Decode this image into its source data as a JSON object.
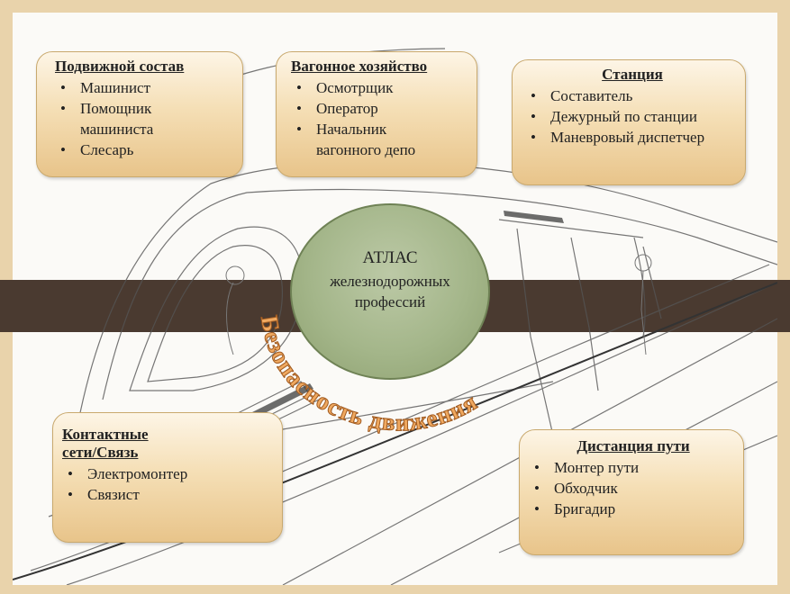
{
  "colors": {
    "box_fill_top": "#fdf5e6",
    "box_fill_bottom": "#e8c48a",
    "circle_fill": "#a4b68a",
    "arc_text": "#e9a05b",
    "band": "#4a3a30"
  },
  "boxes": {
    "rolling_stock": {
      "title": "Подвижной состав",
      "items": [
        "Машинист",
        "Помощник машиниста",
        "Слесарь"
      ]
    },
    "car_facility": {
      "title": "Вагонное хозяйство",
      "items": [
        "Осмотрщик",
        "Оператор",
        "Начальник вагонного депо"
      ]
    },
    "station": {
      "title": "Станция",
      "items": [
        "Составитель",
        "Дежурный по станции",
        "Маневровый диспетчер"
      ]
    },
    "contact_network": {
      "title_line1": "Контактные",
      "title_line2": "сети/Связь",
      "items": [
        "Электромонтер",
        "Связист"
      ]
    },
    "track_distance": {
      "title": "Дистанция пути",
      "items": [
        "Монтер пути",
        "Обходчик",
        "Бригадир"
      ]
    }
  },
  "center": {
    "line1": "АТЛАС",
    "line2": "железнодорожных",
    "line3": "профессий"
  },
  "arc_text": "Безопасность движения"
}
